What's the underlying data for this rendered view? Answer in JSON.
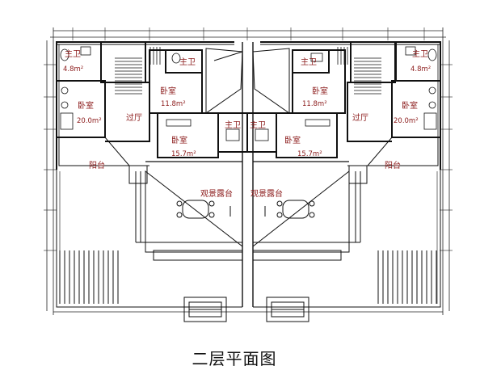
{
  "plan": {
    "caption": "二层平面图",
    "rooms": {
      "bath_left": "主卫",
      "bath_left_area": "4.8m²",
      "bath_right": "主卫",
      "bath_right_area": "4.8m²",
      "bed_big_left": "卧室",
      "bed_big_left_area": "20.0m²",
      "bed_big_right": "卧室",
      "bed_big_right_area": "20.0m²",
      "hall_left": "过厅",
      "hall_right": "过厅",
      "bed_mid_left": "卧室",
      "bed_mid_left_area": "11.8m²",
      "bed_mid_right": "卧室",
      "bed_mid_right_area": "11.8m²",
      "wc_top_left": "主卫",
      "wc_top_right": "主卫",
      "wc_center_left": "主卫",
      "wc_center_right": "主卫",
      "bed_small_left": "卧室",
      "bed_small_left_area": "15.7m²",
      "bed_small_right": "卧室",
      "bed_small_right_area": "15.7m²",
      "balcony_left": "阳台",
      "balcony_right": "阳台",
      "terrace_left": "观景露台",
      "terrace_right": "观景露台"
    }
  }
}
